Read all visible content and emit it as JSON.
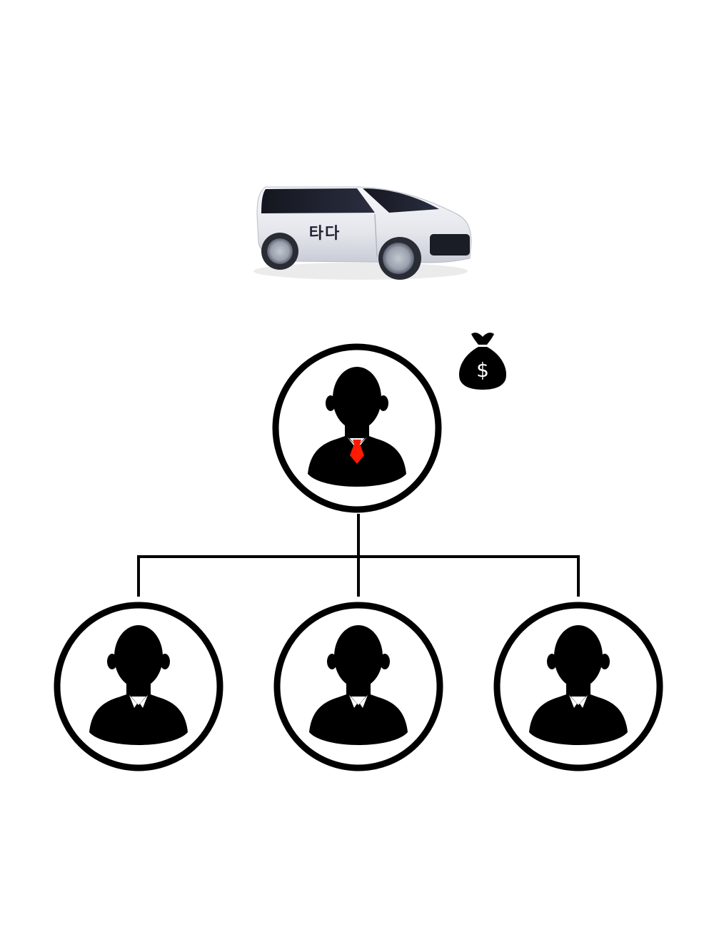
{
  "vehicle": {
    "brand_text": "타다",
    "body_color": "#eceef2",
    "window_color": "#1f2130",
    "wheel_color": "#9aa0ad"
  },
  "money_bag": {
    "symbol": "$",
    "color": "#000000"
  },
  "org_chart": {
    "top_person": {
      "role": "manager",
      "tie_color": "#ff1a00"
    },
    "subordinates": [
      {
        "role": "member"
      },
      {
        "role": "member"
      },
      {
        "role": "member"
      }
    ]
  }
}
